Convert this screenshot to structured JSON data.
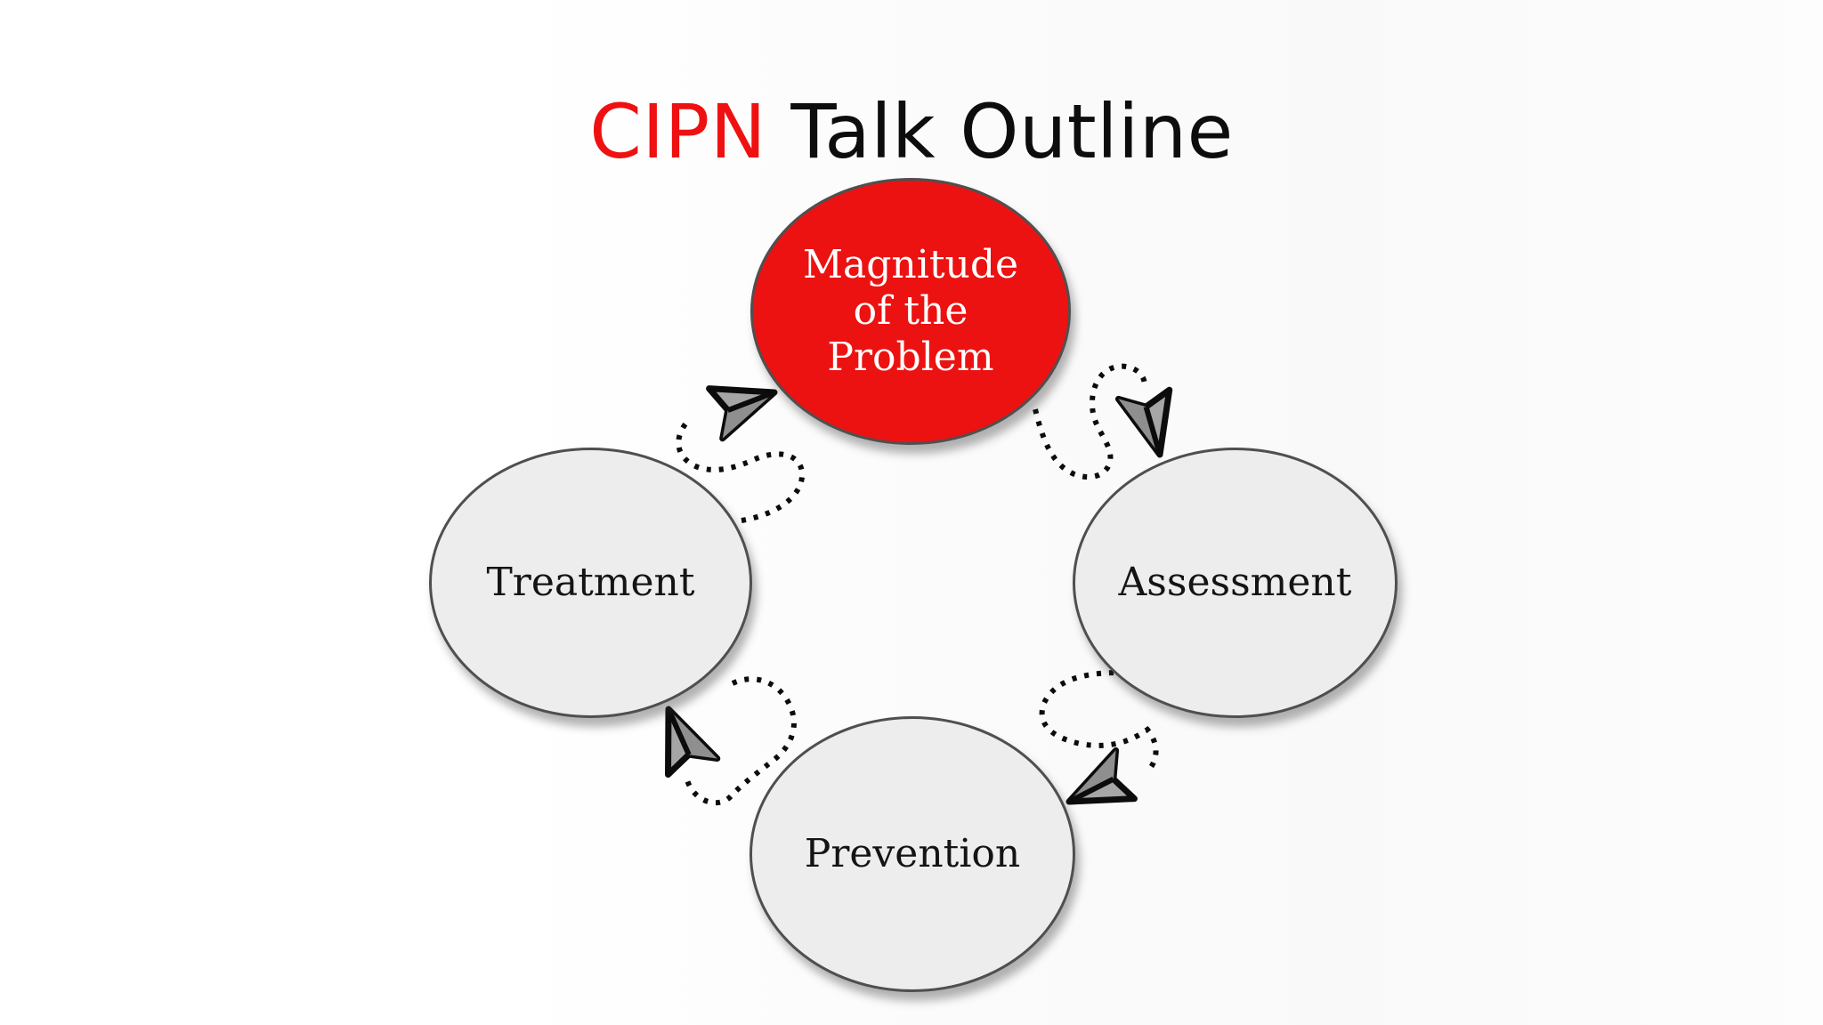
{
  "slide": {
    "title": {
      "highlight": "CIPN",
      "rest": " Talk Outline"
    }
  },
  "diagram": {
    "type": "cycle",
    "nodes": [
      {
        "id": "magnitude",
        "label": "Magnitude of the Problem",
        "lines": [
          "Magnitude",
          "of the",
          "Problem"
        ],
        "emphasis": true,
        "position": "top"
      },
      {
        "id": "assessment",
        "label": "Assessment",
        "emphasis": false,
        "position": "right"
      },
      {
        "id": "prevention",
        "label": "Prevention",
        "emphasis": false,
        "position": "bottom"
      },
      {
        "id": "treatment",
        "label": "Treatment",
        "emphasis": false,
        "position": "left"
      }
    ],
    "connectors": [
      {
        "from": "magnitude",
        "to": "assessment"
      },
      {
        "from": "assessment",
        "to": "prevention"
      },
      {
        "from": "prevention",
        "to": "treatment"
      },
      {
        "from": "treatment",
        "to": "magnitude"
      }
    ],
    "colors": {
      "title_accent": "#ef1111",
      "title_text": "#0d0d0d",
      "emphasis_fill": "#ec1212",
      "emphasis_text": "#ffffff",
      "node_fill": "#eeeded",
      "node_border": "#4f4f4f",
      "node_text": "#141414",
      "connector_dots": "#0c0c0c",
      "arrowhead_fill": "#a6a6a6",
      "arrowhead_outline": "#0c0c0c"
    }
  }
}
